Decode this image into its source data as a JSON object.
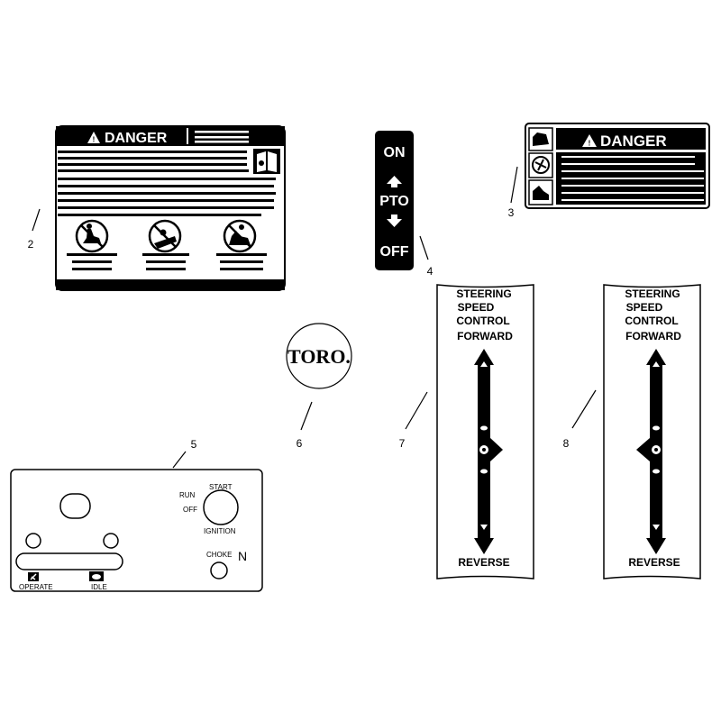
{
  "callouts": {
    "c2": "2",
    "c3": "3",
    "c4": "4",
    "c5": "5",
    "c6": "6",
    "c7": "7",
    "c8": "8"
  },
  "decal2": {
    "title": "DANGER"
  },
  "decal3": {
    "title": "DANGER"
  },
  "decal4": {
    "on": "ON",
    "pto": "PTO",
    "off": "OFF"
  },
  "decal5": {
    "run": "RUN",
    "off": "OFF",
    "start": "START",
    "ignition": "IGNITION",
    "choke": "CHOKE",
    "choke_symbol": "N",
    "operate": "OPERATE",
    "idle": "IDLE"
  },
  "decal6": {
    "logo": "TORO."
  },
  "decal7": {
    "line1": "STEERING",
    "line2": "SPEED",
    "line3": "CONTROL",
    "forward": "FORWARD",
    "reverse": "REVERSE"
  },
  "decal8": {
    "line1": "STEERING",
    "line2": "SPEED",
    "line3": "CONTROL",
    "forward": "FORWARD",
    "reverse": "REVERSE"
  },
  "colors": {
    "ink": "#000000",
    "paper": "#ffffff"
  }
}
